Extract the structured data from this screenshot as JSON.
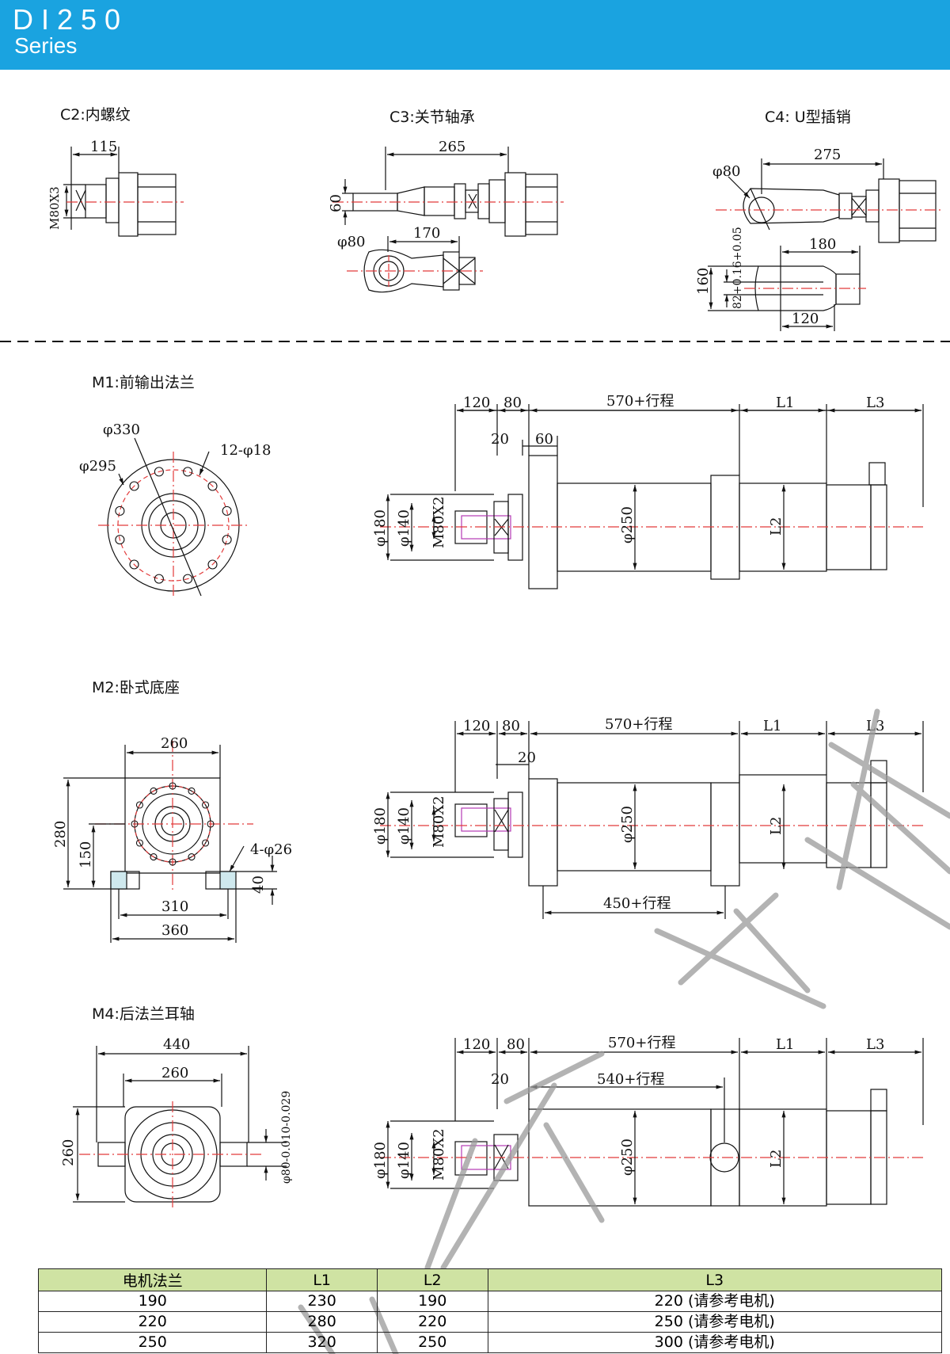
{
  "header": {
    "series_code": "DI250",
    "series_word": "Series"
  },
  "sections": {
    "c2": "C2:内螺纹",
    "c3": "C3:关节轴承",
    "c4": "C4: U型插销",
    "m1": "M1:前输出法兰",
    "m2": "M2:卧式底座",
    "m4": "M4:后法兰耳轴"
  },
  "dims": {
    "c2": {
      "length": "115",
      "thread": "M80X3"
    },
    "c3": {
      "length": "265",
      "height": "60",
      "bearing_dia": "φ80",
      "bearing_len": "170"
    },
    "c4": {
      "pin_dia": "φ80",
      "length": "275",
      "fork_len": "180",
      "height": "160",
      "slot": "82+0.16+0.05",
      "slot_len": "120"
    },
    "m1": {
      "d120": "120",
      "d80": "80",
      "stroke": "570+行程",
      "l1": "L1",
      "l3": "L3",
      "d20": "20",
      "d60": "60",
      "flange_outer": "φ330",
      "bolt_circle": "φ295",
      "holes": "12-φ18",
      "phi180": "φ180",
      "phi140": "φ140",
      "thread": "M80X2",
      "phi250": "φ250",
      "l2": "L2"
    },
    "m2": {
      "width260": "260",
      "height280": "280",
      "height150": "150",
      "holes": "4-φ26",
      "h40": "40",
      "w310": "310",
      "w360": "360",
      "d120": "120",
      "d80": "80",
      "stroke": "570+行程",
      "l1": "L1",
      "l3": "L3",
      "d20": "20",
      "phi180": "φ180",
      "phi140": "φ140",
      "thread": "M80X2",
      "phi250": "φ250",
      "l2": "L2",
      "mount": "450+行程"
    },
    "m4": {
      "w440": "440",
      "w260": "260",
      "h260": "260",
      "trunnion": "φ80-0.010-0.029",
      "d120": "120",
      "d80": "80",
      "stroke": "570+行程",
      "l1": "L1",
      "l3": "L3",
      "d20": "20",
      "trunnion_pos": "540+行程",
      "phi180": "φ180",
      "phi140": "φ140",
      "thread": "M80X2",
      "phi250": "φ250",
      "l2": "L2"
    }
  },
  "table": {
    "headers": [
      "电机法兰",
      "L1",
      "L2",
      "L3"
    ],
    "rows": [
      [
        "190",
        "230",
        "190",
        "220 (请参考电机)"
      ],
      [
        "220",
        "280",
        "220",
        "250 (请参考电机)"
      ],
      [
        "250",
        "320",
        "250",
        "300 (请参考电机)"
      ]
    ]
  },
  "colors": {
    "header": "#1aa3e0",
    "table_header": "#cfe3a3",
    "centerline": "#e23a3a",
    "watermark": "#888888"
  }
}
